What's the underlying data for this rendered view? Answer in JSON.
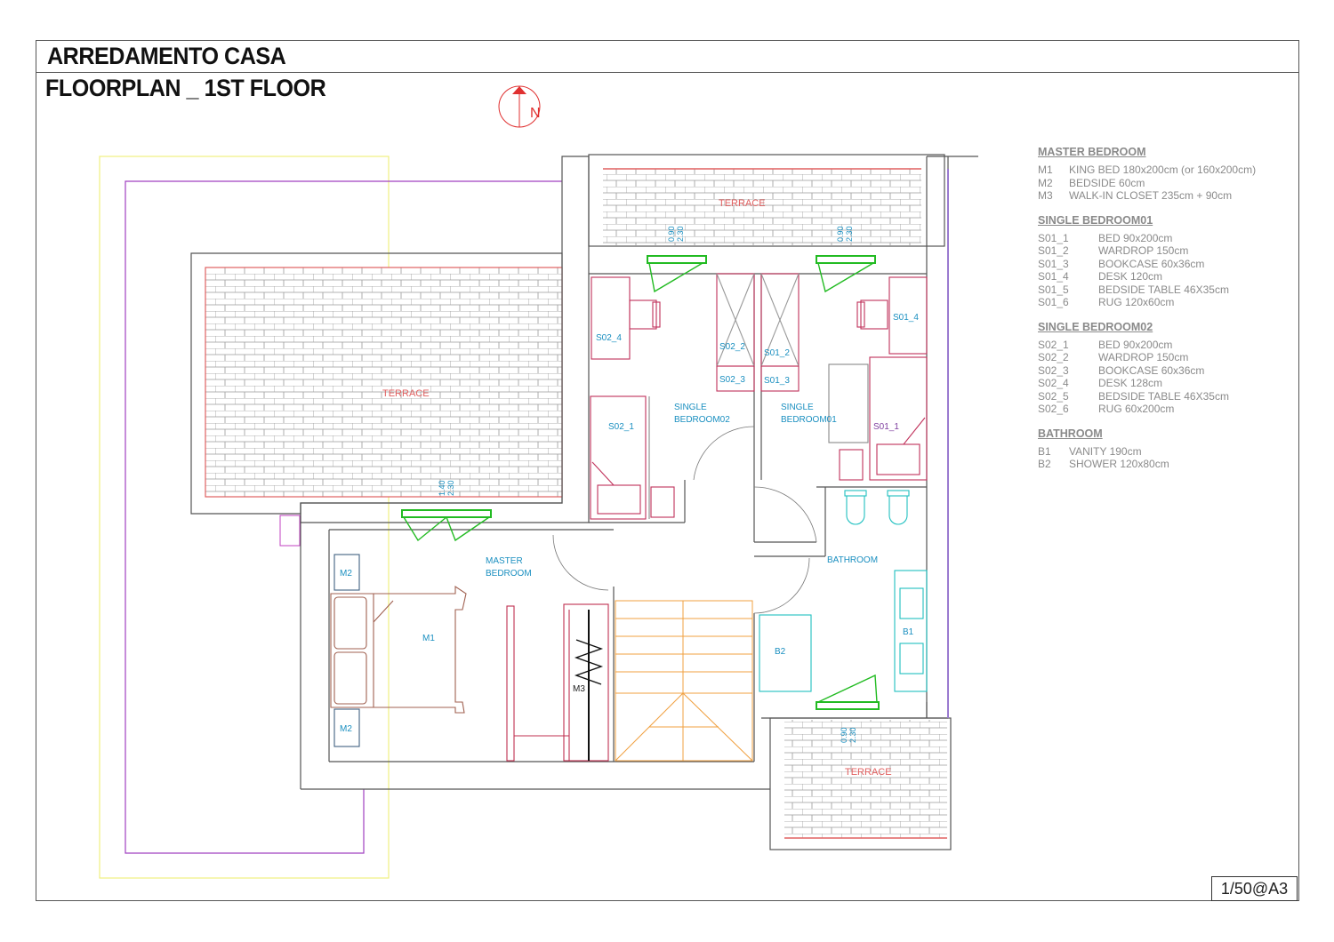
{
  "header": {
    "title": "ARREDAMENTO CASA",
    "subtitle": "FLOORPLAN _ 1ST FLOOR"
  },
  "scale": "1/50@A3",
  "north_arrow": {
    "label": "N",
    "icon": "north-arrow-icon"
  },
  "colors": {
    "wall": "#555555",
    "terrace_hatch": "#b0b0b0",
    "terrace_edge": "#e06060",
    "bedroom_furniture": "#c0305a",
    "room_label": "#1a8fc0",
    "doors": "#22bb22",
    "stairs": "#f0a040",
    "bathroom_fixtures": "#20c0c0",
    "outline_purple": "#a040c0",
    "outline_yellow": "#f0f080",
    "legend_text": "#8a8a8a"
  },
  "rooms": {
    "terrace_west": "TERRACE",
    "terrace_north": "TERRACE",
    "terrace_south": "TERRACE",
    "master_bedroom": [
      "MASTER",
      "BEDROOM"
    ],
    "single_bedroom02": [
      "SINGLE",
      "BEDROOM02"
    ],
    "single_bedroom01": [
      "SINGLE",
      "BEDROOM01"
    ],
    "bathroom": "BATHROOM"
  },
  "tags": {
    "m1": "M1",
    "m2_top": "M2",
    "m2_bottom": "M2",
    "m3": "M3",
    "s02_4": "S02_4",
    "s02_2": "S02_2",
    "s02_3": "S02_3",
    "s02_1": "S02_1",
    "s01_2": "S01_2",
    "s01_3": "S01_3",
    "s01_4": "S01_4",
    "s01_1": "S01_1",
    "b1": "B1",
    "b2": "B2"
  },
  "window_dims": {
    "w_s02": [
      "0.90",
      "2.30"
    ],
    "w_s01": [
      "0.90",
      "2.30"
    ],
    "w_master": [
      "1.40",
      "2.30"
    ],
    "w_bath": [
      "0.90",
      "2.30"
    ]
  },
  "legend": [
    {
      "heading": "MASTER BEDROOM",
      "items": [
        {
          "code": "M1",
          "desc": "KING BED 180x200cm (or 160x200cm)"
        },
        {
          "code": "M2",
          "desc": "BEDSIDE 60cm"
        },
        {
          "code": "M3",
          "desc": "WALK-IN CLOSET  235cm + 90cm"
        }
      ]
    },
    {
      "heading": "SINGLE BEDROOM01",
      "items": [
        {
          "code": "S01_1",
          "desc": "BED 90x200cm"
        },
        {
          "code": "S01_2",
          "desc": "WARDROP 150cm"
        },
        {
          "code": "S01_3",
          "desc": "BOOKCASE 60x36cm"
        },
        {
          "code": "S01_4",
          "desc": "DESK 120cm"
        },
        {
          "code": "S01_5",
          "desc": "BEDSIDE TABLE 46X35cm"
        },
        {
          "code": "S01_6",
          "desc": "RUG 120x60cm"
        }
      ]
    },
    {
      "heading": "SINGLE BEDROOM02",
      "items": [
        {
          "code": "S02_1",
          "desc": "BED 90x200cm"
        },
        {
          "code": "S02_2",
          "desc": "WARDROP 150cm"
        },
        {
          "code": "S02_3",
          "desc": "BOOKCASE 60x36cm"
        },
        {
          "code": "S02_4",
          "desc": "DESK 128cm"
        },
        {
          "code": "S02_5",
          "desc": "BEDSIDE TABLE 46X35cm"
        },
        {
          "code": "S02_6",
          "desc": "RUG 60x200cm"
        }
      ]
    },
    {
      "heading": "BATHROOM",
      "items": [
        {
          "code": "B1",
          "desc": "VANITY 190cm"
        },
        {
          "code": "B2",
          "desc": "SHOWER 120x80cm"
        }
      ]
    }
  ]
}
